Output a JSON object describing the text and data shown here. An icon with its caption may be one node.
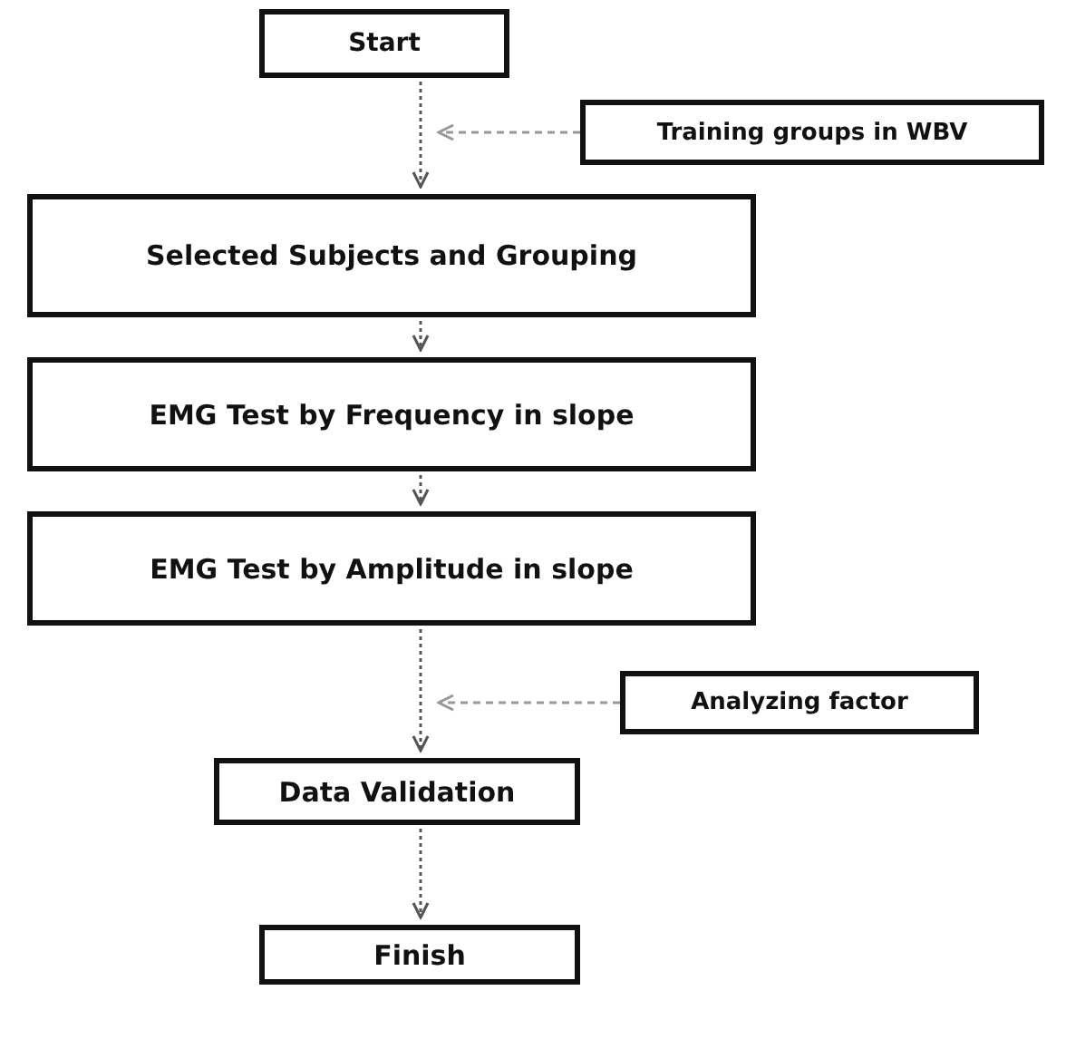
{
  "diagram": {
    "nodes": [
      {
        "text": [
          "Start"
        ]
      },
      {
        "text": [
          "Training groups in WBV"
        ]
      },
      {
        "text": [
          "Selected Subjects and Grouping"
        ]
      },
      {
        "text": [
          "EMG Test by Frequency in slope"
        ]
      },
      {
        "text": [
          "EMG Test by Amplitude in slope"
        ]
      },
      {
        "text": [
          "Analyzing factor"
        ]
      },
      {
        "text": [
          "Data Validation"
        ]
      },
      {
        "text": [
          "Finish"
        ]
      }
    ],
    "edges": [
      {
        "from": 0,
        "to": 2,
        "arrow": "to",
        "style": "dashed"
      },
      {
        "from": 1,
        "to": null,
        "arrow": "to",
        "style": "dashed",
        "color": "#999999"
      },
      {
        "from": 2,
        "to": 3,
        "arrow": "to",
        "style": "dashed"
      },
      {
        "from": 3,
        "to": 4,
        "arrow": "to",
        "style": "dashed"
      },
      {
        "from": 4,
        "to": 6,
        "arrow": "to",
        "style": "dashed"
      },
      {
        "from": 5,
        "to": null,
        "arrow": "to",
        "style": "dashed",
        "color": "#999999"
      },
      {
        "from": 6,
        "to": 7,
        "arrow": "to",
        "style": "dashed"
      }
    ]
  }
}
